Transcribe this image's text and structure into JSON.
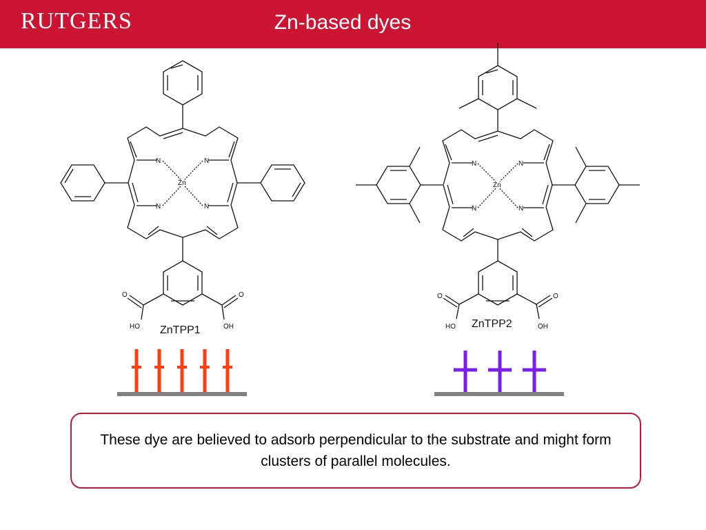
{
  "header": {
    "logo_text": "RUTGERS",
    "title": "Zn-based dyes"
  },
  "molecules": [
    {
      "label": "ZnTPP1",
      "center_atom": "Zn",
      "atoms": {
        "N": "N",
        "O": "O",
        "HO": "HO",
        "OH": "OH"
      }
    },
    {
      "label": "ZnTPP2",
      "center_atom": "Zn",
      "atoms": {
        "N": "N",
        "O": "O",
        "HO": "HO",
        "OH": "OH"
      }
    }
  ],
  "adsorption_diagrams": [
    {
      "count": 5,
      "color": "#ff3d12",
      "substrate_color": "#808080"
    },
    {
      "count": 3,
      "color": "#7a1ef0",
      "substrate_color": "#808080"
    }
  ],
  "callout": {
    "text": "These dye are believed to adsorb perpendicular to the substrate and might form clusters of parallel molecules."
  }
}
